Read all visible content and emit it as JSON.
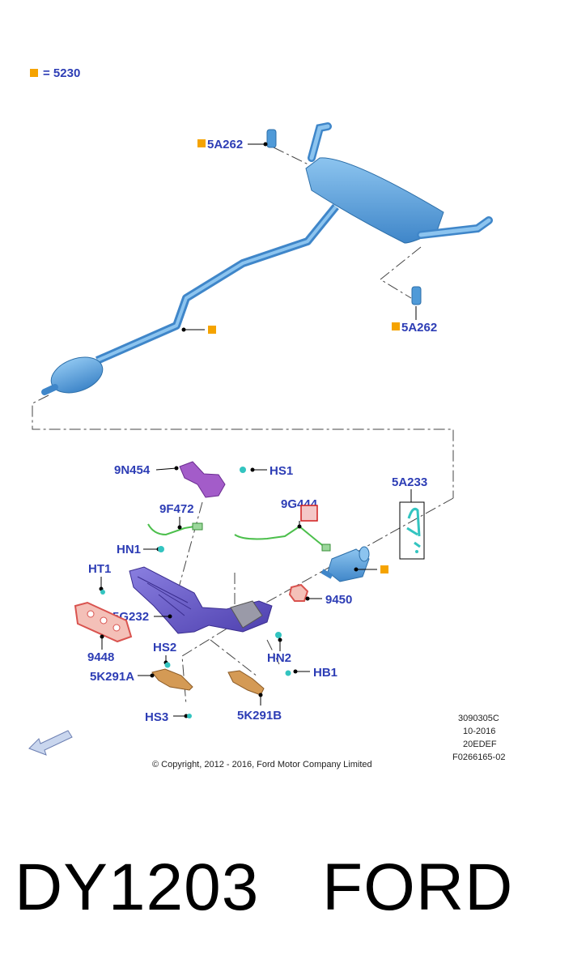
{
  "legend": {
    "marker_color": "#f5a300",
    "text": "= 5230"
  },
  "labels": {
    "a5A262_top": "5A262",
    "a5A262_right": "5A262",
    "a9N454": "9N454",
    "aHS1": "HS1",
    "a9F472": "9F472",
    "a9G444": "9G444",
    "a5A233": "5A233",
    "aHN1": "HN1",
    "aHT1": "HT1",
    "a9450": "9450",
    "a5G232": "5G232",
    "a9448": "9448",
    "aHS2": "HS2",
    "aHN2": "HN2",
    "aHB1": "HB1",
    "a5K291A": "5K291A",
    "aHS3": "HS3",
    "a5K291B": "5K291B"
  },
  "meta": {
    "line1": "3090305C",
    "line2": "10-2016",
    "line3": "20EDEF",
    "line4": "F0266165-02"
  },
  "copyright": "© Copyright, 2012 - 2016, Ford Motor Company Limited",
  "footer": {
    "part_number": "DY1203",
    "brand": "FORD"
  },
  "colors": {
    "label_blue": "#2d3db5",
    "pipe_blue": "#4f9ad8",
    "marker_orange": "#f5a300",
    "heat_shield_purple": "#a35cc9",
    "manifold_violet": "#6a5ac9",
    "gasket_red": "#d9534f",
    "bracket_orange": "#d49a55",
    "sensor_green": "#4cbf4c",
    "fastener_teal": "#33c4c0"
  }
}
